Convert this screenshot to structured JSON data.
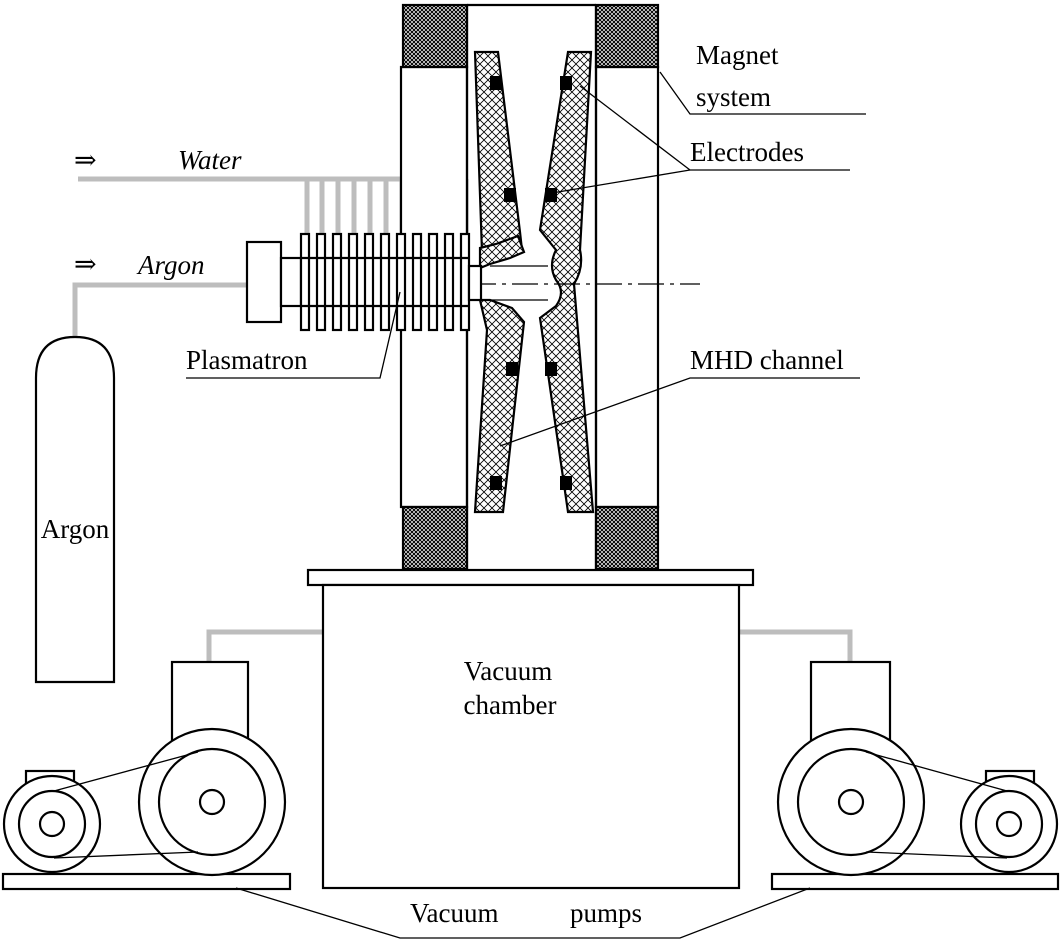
{
  "labels": {
    "magnet_line1": "Magnet",
    "magnet_line2": "system",
    "electrodes": "Electrodes",
    "water": "Water",
    "argon_line": "Argon",
    "plasmatron": "Plasmatron",
    "mhd_channel": "MHD channel",
    "argon_tank": "Argon",
    "vacuum_line1": "Vacuum",
    "vacuum_line2": "chamber",
    "vacuum_pumps_a": "Vacuum",
    "vacuum_pumps_b": "pumps",
    "flow_arrow": "⇒"
  },
  "colors": {
    "line": "#000000",
    "gas_pipe": "#bdbdbd",
    "background": "#ffffff"
  }
}
